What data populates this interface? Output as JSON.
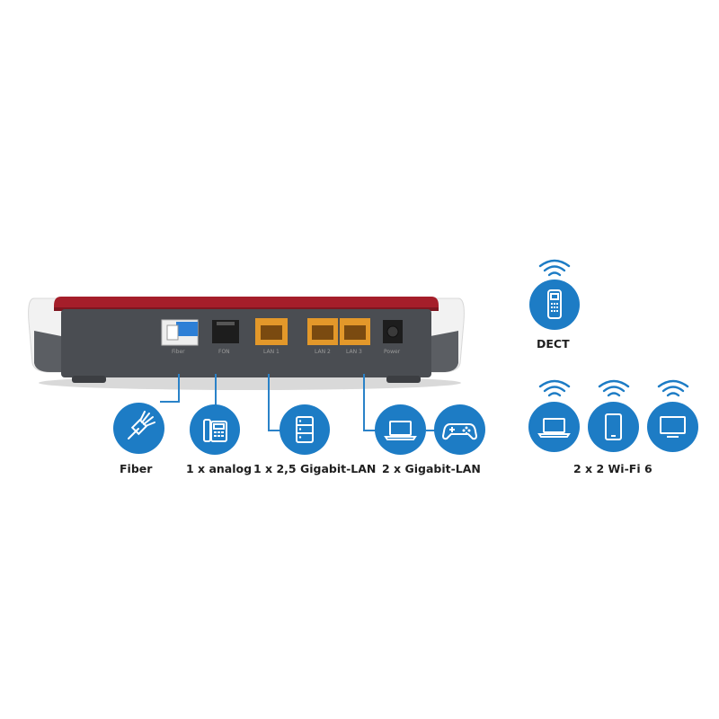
{
  "colors": {
    "accent_blue": "#1d7cc5",
    "line_blue": "#2a82c8",
    "router_red": "#a51e2a",
    "router_gray": "#4a4d52",
    "port_orange": "#e3982a",
    "label_text": "#1f1f1f"
  },
  "router": {
    "port_labels": [
      "Fiber",
      "FON",
      "LAN 1",
      "LAN 2",
      "LAN 3",
      "Power"
    ]
  },
  "connections": [
    {
      "label": "Fiber",
      "icon": "fiber-cable-icon"
    },
    {
      "label": "1 x analog",
      "icon": "telephone-icon"
    },
    {
      "label": "1 x 2,5 Gigabit-LAN",
      "icon": "server-icon"
    },
    {
      "label": "2 x Gigabit-LAN",
      "icons": [
        "laptop-icon",
        "gamepad-icon"
      ]
    }
  ],
  "wireless": {
    "dect": {
      "label": "DECT",
      "icon": "cordless-phone-icon"
    },
    "wifi": {
      "label": "2 x 2 Wi-Fi 6",
      "icons": [
        "laptop-icon",
        "tablet-icon",
        "tv-icon"
      ]
    }
  }
}
